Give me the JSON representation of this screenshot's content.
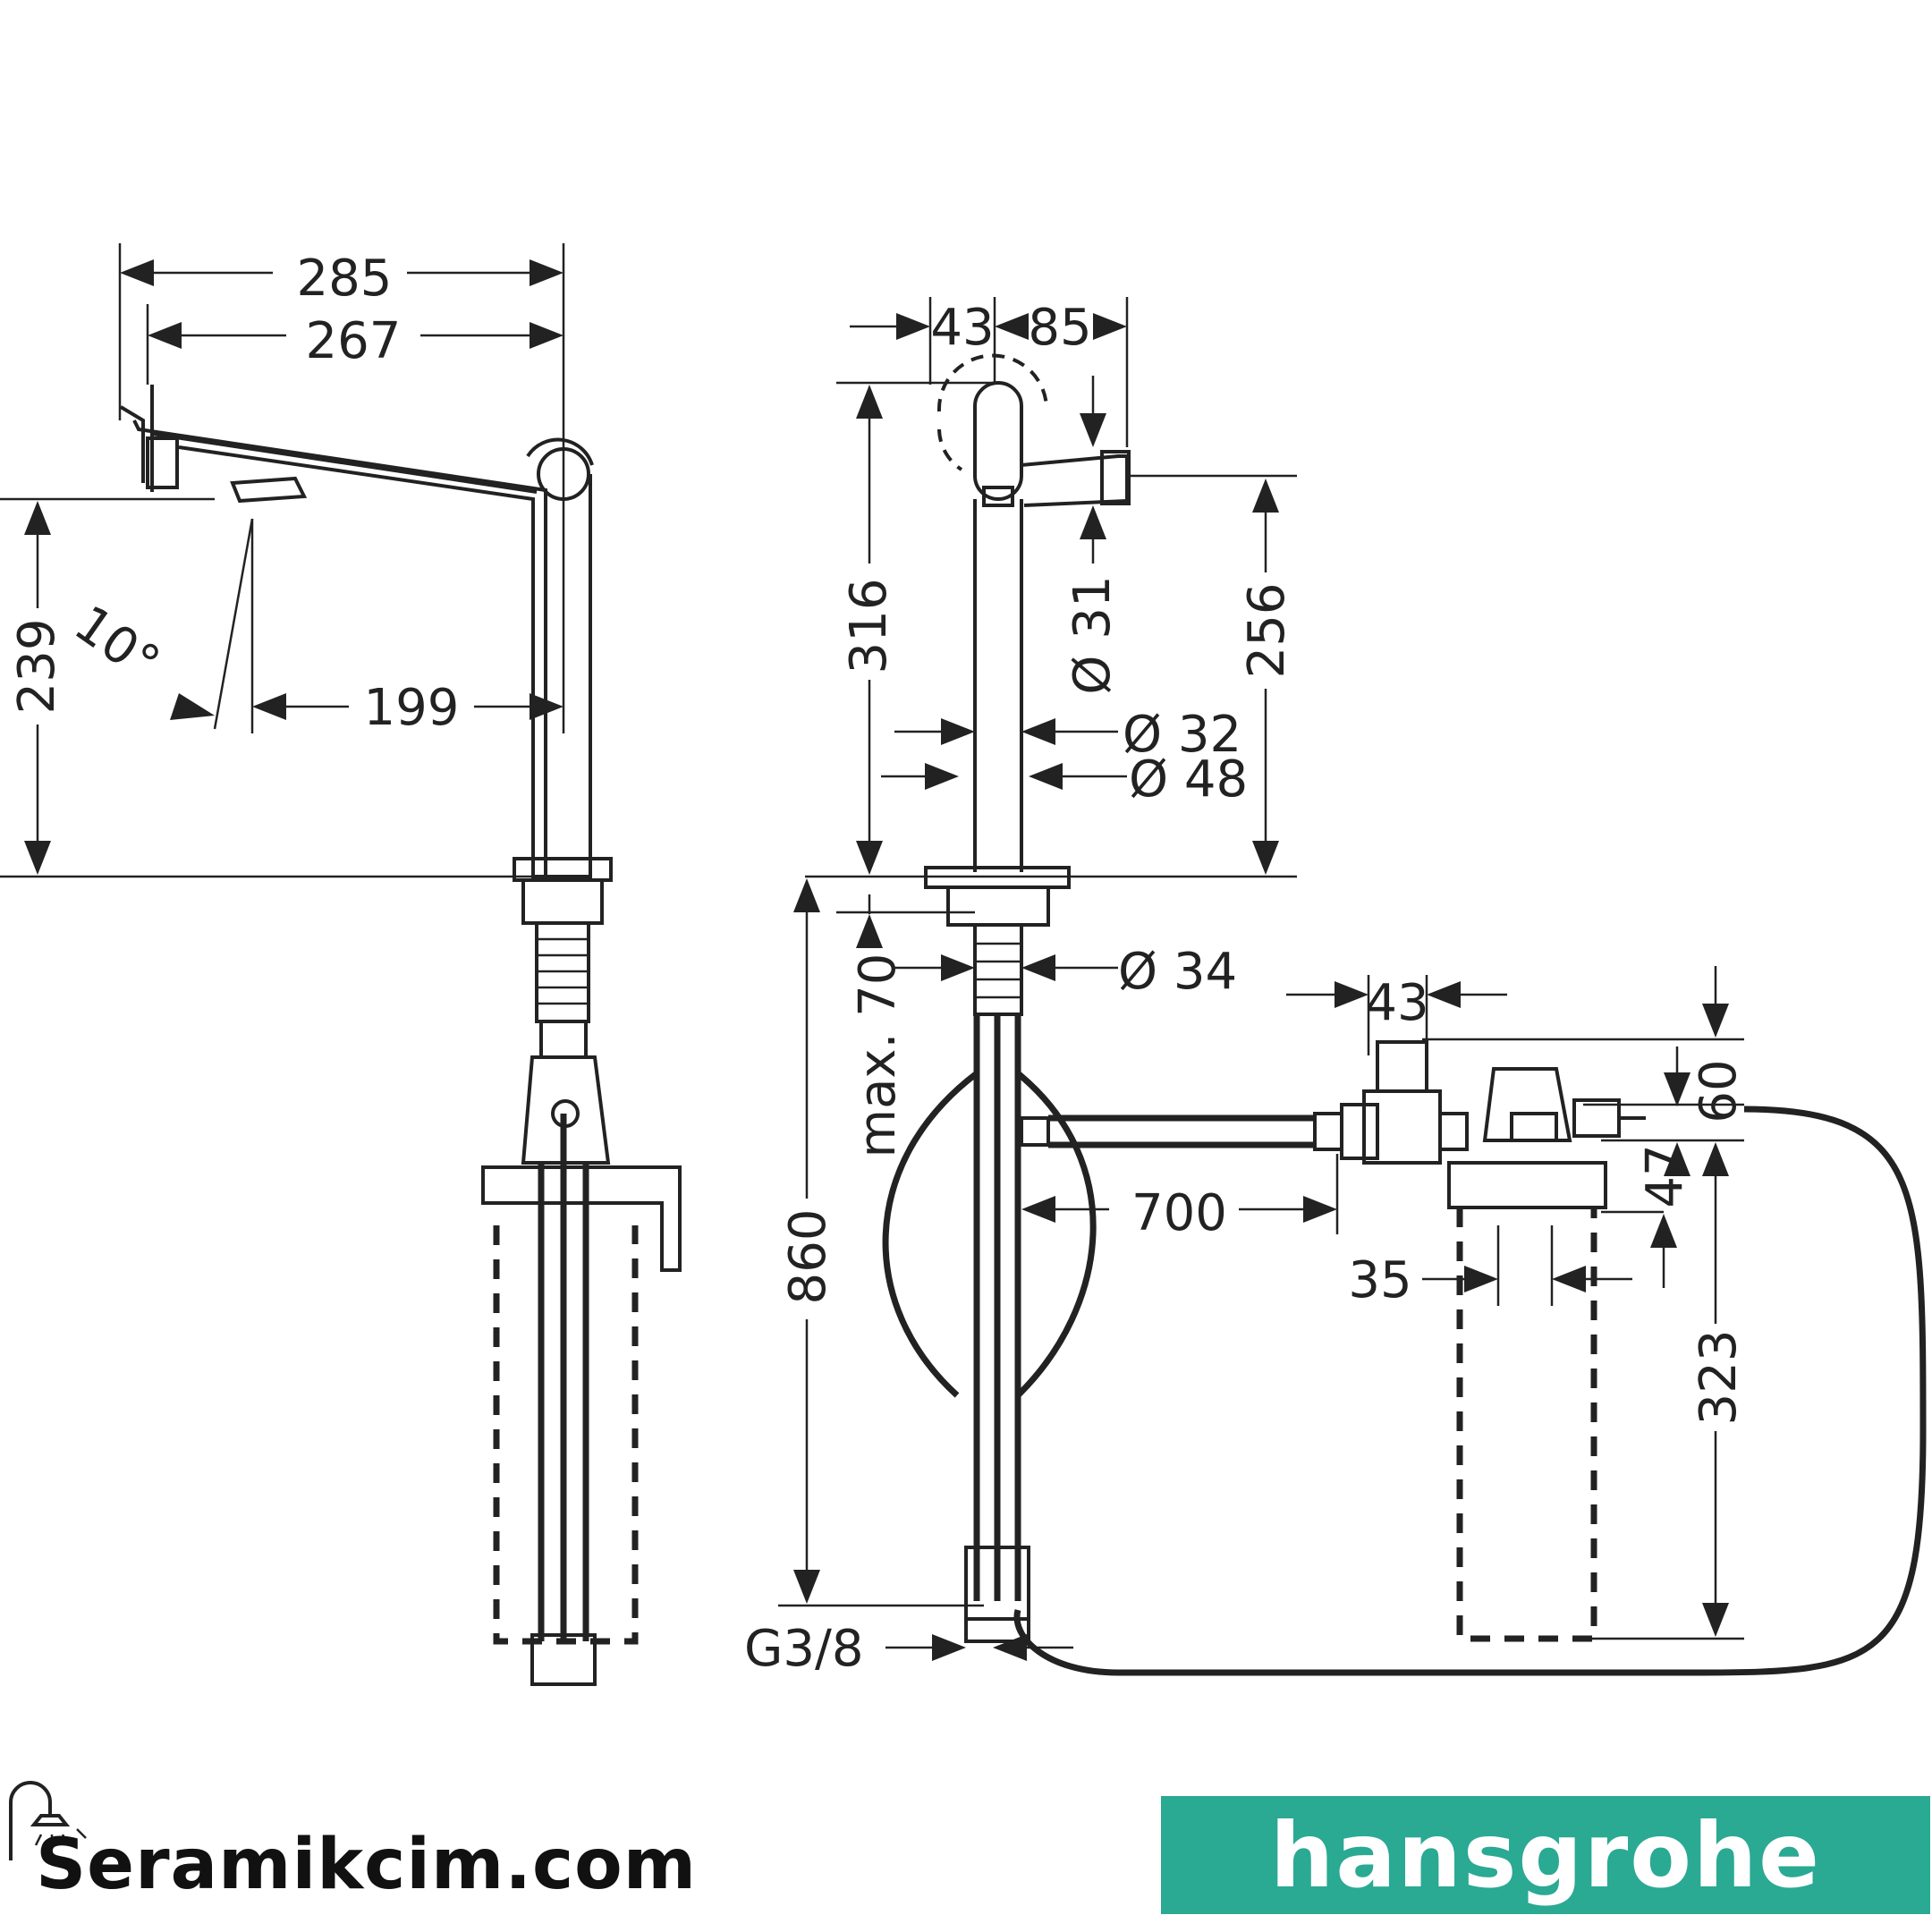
{
  "dimensions": {
    "side_view": {
      "overall_reach": "285",
      "spout_reach": "267",
      "spout_height": "239",
      "swivel_angle": "10°",
      "axis_to_jet": "199"
    },
    "front_view": {
      "handle_width": "43",
      "handle_offset": "85",
      "total_height": "316",
      "spout_dia": "Ø 31",
      "outlet_height": "256",
      "body_dia_upper": "Ø 32",
      "body_dia_base": "Ø 48",
      "shank_dia": "Ø 34",
      "max_deck": "max. 70",
      "below_deck": "860",
      "connection": "G3/8"
    },
    "dispenser": {
      "valve_width": "43",
      "top_height": "60",
      "mid_height": "47",
      "hose_length": "700",
      "hole_spacing": "35",
      "tank_depth": "323"
    }
  },
  "footer": {
    "website": "Seramikcim.com",
    "brand": "hansgrohe",
    "brand_color": "#2aa993",
    "website_icon": "shower-icon"
  }
}
